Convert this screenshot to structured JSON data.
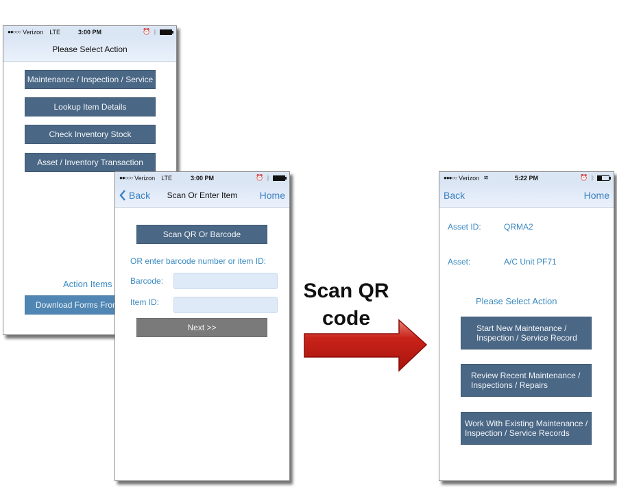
{
  "screen1": {
    "status": {
      "carrier": "Verizon",
      "network": "LTE",
      "time": "3:00 PM",
      "signal_dots": "●●○○○"
    },
    "title": "Please Select Action",
    "buttons": [
      "Maintenance / Inspection / Service",
      "Lookup Item Details",
      "Check Inventory Stock",
      "Asset / Inventory Transaction"
    ],
    "action_items_label": "Action Items",
    "download_button": "Download Forms From"
  },
  "screen2": {
    "status": {
      "carrier": "Verizon",
      "network": "LTE",
      "time": "3:00 PM",
      "signal_dots": "●●○○○"
    },
    "back": "Back",
    "title": "Scan Or Enter Item",
    "home": "Home",
    "scan_button": "Scan QR Or Barcode",
    "or_text": "OR enter barcode number or item ID:",
    "barcode_label": "Barcode:",
    "barcode_value": "",
    "item_id_label": "Item ID:",
    "item_id_value": "",
    "next_button": "Next >>"
  },
  "arrow": {
    "label_line1": "Scan QR",
    "label_line2": "code",
    "color": "#c0180f"
  },
  "screen3": {
    "status": {
      "carrier": "Verizon",
      "time": "5:22 PM",
      "signal_dots": "●●●○○"
    },
    "back": "Back",
    "home": "Home",
    "asset_id_label": "Asset ID:",
    "asset_id_value": "QRMA2",
    "asset_label": "Asset:",
    "asset_value": "A/C Unit PF71",
    "select_action": "Please Select Action",
    "buttons": [
      {
        "line1": "Start New Maintenance /",
        "line2": "Inspection / Service Record"
      },
      {
        "line1": "Review Recent Maintenance /",
        "line2": "Inspections / Repairs"
      },
      {
        "line1": "Work With Existing Maintenance /",
        "line2": "Inspection / Service Records"
      }
    ]
  }
}
